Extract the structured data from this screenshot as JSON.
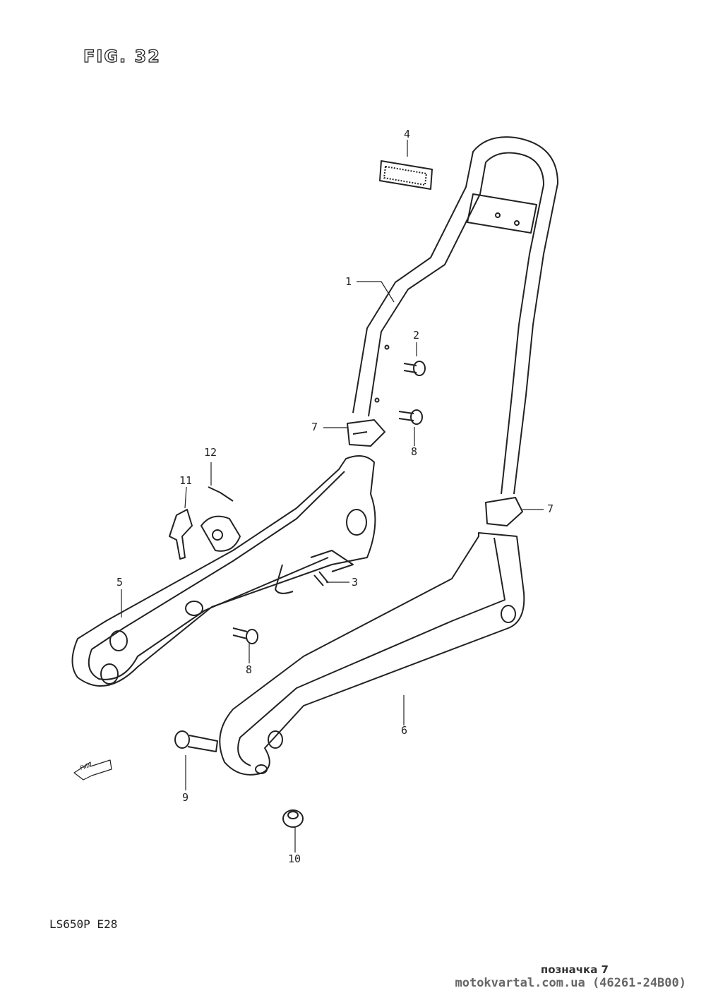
{
  "figure_title": "FIG. 32",
  "model_code": "LS650P E28",
  "forward_arrow_text": "FWD",
  "callouts": [
    "1",
    "2",
    "3",
    "4",
    "5",
    "6",
    "7",
    "7",
    "8",
    "8",
    "9",
    "10",
    "11",
    "12"
  ],
  "footer": {
    "reference": "позначка 7",
    "site_and_part": "motokvartal.com.ua (46261-24B00)"
  }
}
